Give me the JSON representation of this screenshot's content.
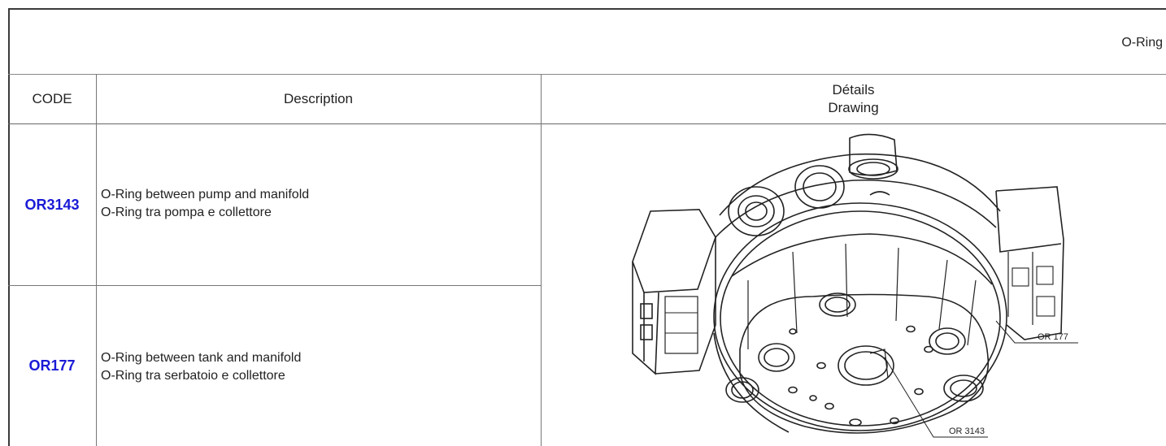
{
  "header": {
    "title": "O-Ring"
  },
  "columns": {
    "code": "CODE",
    "description": "Description",
    "details_line1": "Détails",
    "details_line2": "Drawing"
  },
  "rows": [
    {
      "code": "OR3143",
      "desc_en": "O-Ring between pump and manifold",
      "desc_it": "O-Ring tra pompa e collettore"
    },
    {
      "code": "OR177",
      "desc_en": "O-Ring between tank and manifold",
      "desc_it": "O-Ring tra serbatoio e collettore"
    }
  ],
  "drawing": {
    "callout_a": "OR 177",
    "callout_b": "OR 3143"
  },
  "colors": {
    "link": "#1a1ad6",
    "line": "#3a3a3a"
  }
}
